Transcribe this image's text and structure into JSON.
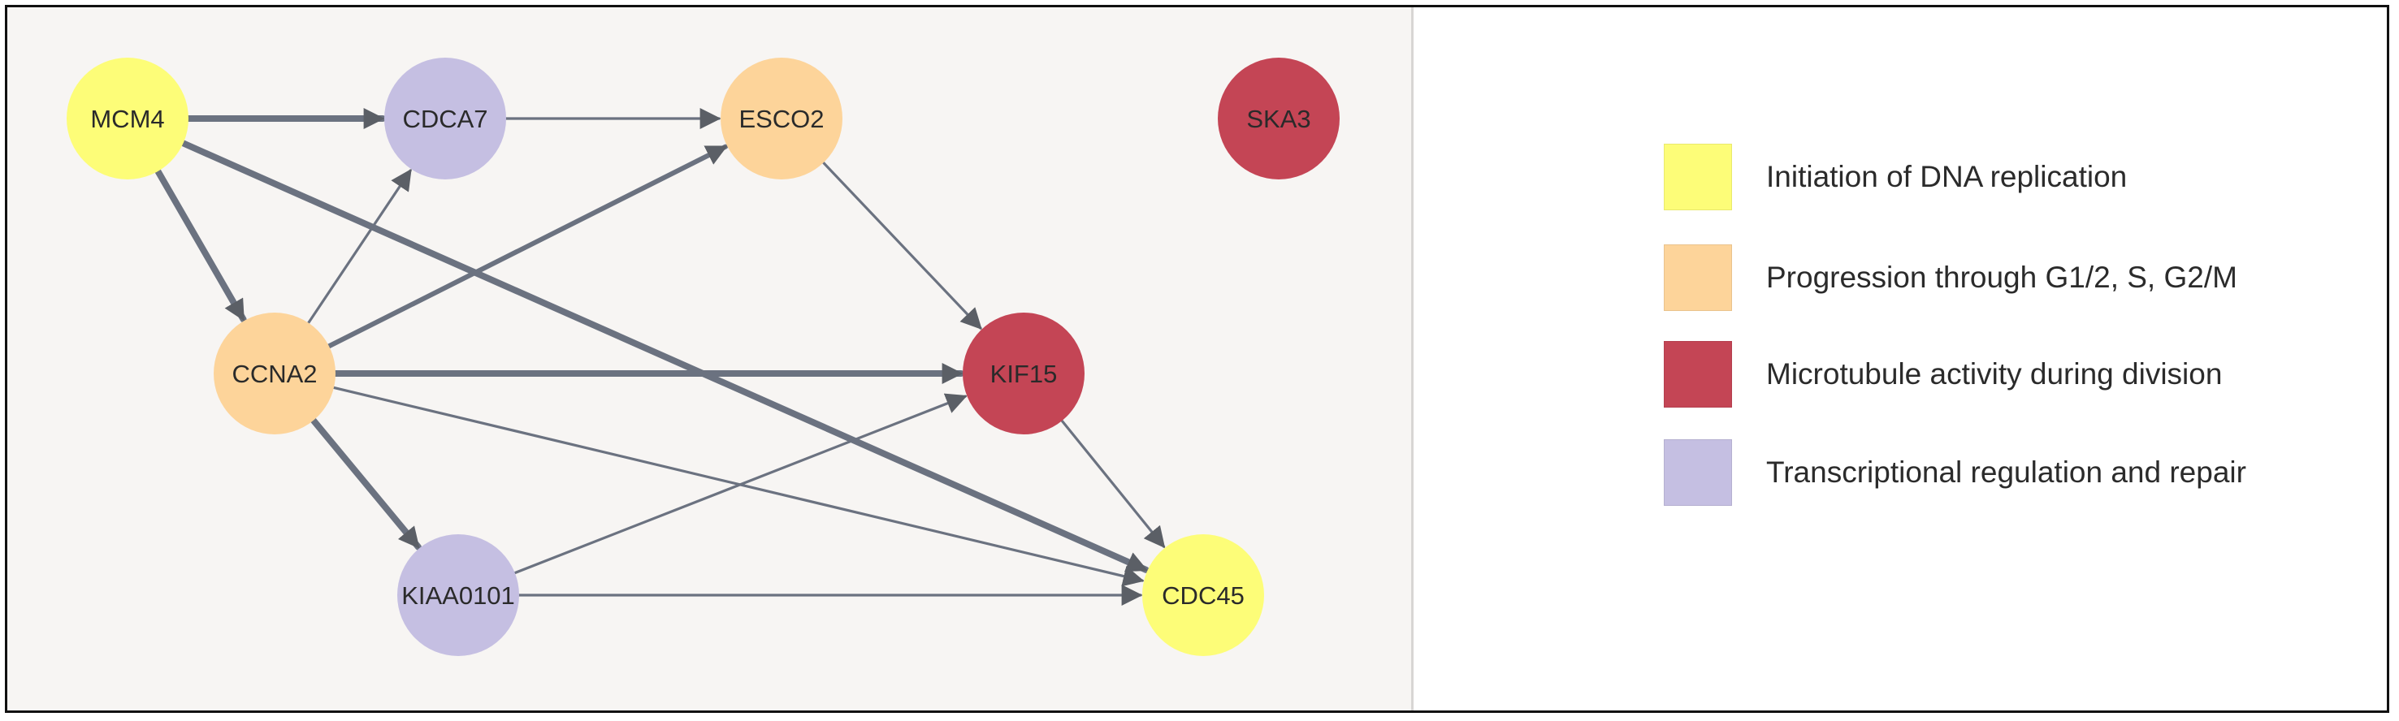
{
  "colors": {
    "dna_replication": "#fdfd78",
    "cell_cycle": "#fdd49a",
    "microtubule": "#c44555",
    "transcription": "#c5bfe2",
    "edge": "#6b7280"
  },
  "nodes": [
    {
      "id": "MCM4",
      "label": "MCM4",
      "category": "dna_replication"
    },
    {
      "id": "CDCA7",
      "label": "CDCA7",
      "category": "transcription"
    },
    {
      "id": "ESCO2",
      "label": "ESCO2",
      "category": "cell_cycle"
    },
    {
      "id": "SKA3",
      "label": "SKA3",
      "category": "microtubule"
    },
    {
      "id": "CCNA2",
      "label": "CCNA2",
      "category": "cell_cycle"
    },
    {
      "id": "KIF15",
      "label": "KIF15",
      "category": "microtubule"
    },
    {
      "id": "KIAA0101",
      "label": "KIAA0101",
      "category": "transcription"
    },
    {
      "id": "CDC45",
      "label": "CDC45",
      "category": "dna_replication"
    }
  ],
  "edges": [
    {
      "source": "MCM4",
      "target": "CDCA7",
      "weight": "strong"
    },
    {
      "source": "MCM4",
      "target": "CCNA2",
      "weight": "strong"
    },
    {
      "source": "MCM4",
      "target": "CDC45",
      "weight": "strong"
    },
    {
      "source": "CDCA7",
      "target": "ESCO2",
      "weight": "normal"
    },
    {
      "source": "CCNA2",
      "target": "CDCA7",
      "weight": "normal"
    },
    {
      "source": "CCNA2",
      "target": "ESCO2",
      "weight": "medium"
    },
    {
      "source": "CCNA2",
      "target": "KIF15",
      "weight": "strong"
    },
    {
      "source": "CCNA2",
      "target": "CDC45",
      "weight": "normal"
    },
    {
      "source": "CCNA2",
      "target": "KIAA0101",
      "weight": "strong"
    },
    {
      "source": "ESCO2",
      "target": "KIF15",
      "weight": "normal"
    },
    {
      "source": "KIF15",
      "target": "CDC45",
      "weight": "normal"
    },
    {
      "source": "KIAA0101",
      "target": "KIF15",
      "weight": "normal"
    },
    {
      "source": "KIAA0101",
      "target": "CDC45",
      "weight": "normal"
    }
  ],
  "legend": {
    "items": [
      {
        "label": "Initiation of DNA replication",
        "color": "#fdfd78"
      },
      {
        "label": "Progression through G1/2, S, G2/M",
        "color": "#fdd49a"
      },
      {
        "label": "Microtubule activity during division",
        "color": "#c44555"
      },
      {
        "label": "Transcriptional regulation and repair",
        "color": "#c5bfe2"
      }
    ]
  }
}
